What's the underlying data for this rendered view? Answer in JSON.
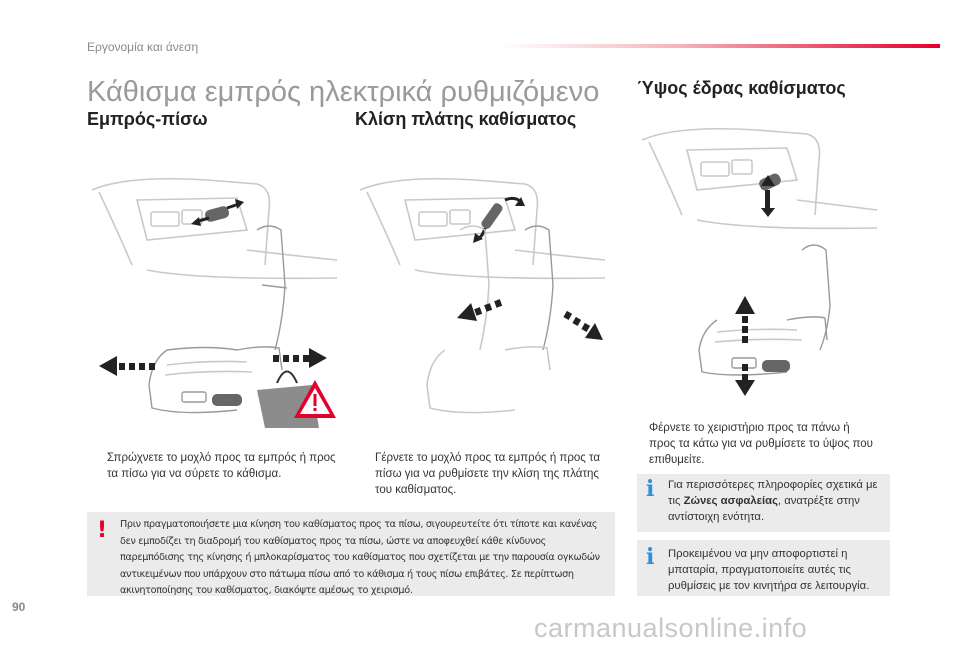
{
  "header": {
    "section_label": "Εργονομία και άνεση"
  },
  "main_title": "Κάθισμα εμπρός ηλεκτρικά ρυθμιζόμενο",
  "sections": {
    "fore_aft": {
      "title": "Εμπρός-πίσω",
      "instruction": "Σπρώχνετε το μοχλό προς τα εμπρός ή προς τα πίσω για να σύρετε το κάθισμα."
    },
    "recline": {
      "title": "Κλίση πλάτης καθίσματος",
      "instruction": "Γέρνετε το μοχλό προς τα εμπρός ή προς τα πίσω για να ρυθμίσετε την κλίση της πλάτης του καθίσματος."
    },
    "height": {
      "title": "Ύψος έδρας καθίσματος",
      "instruction": "Φέρνετε το χειριστήριο προς τα πάνω ή προς τα κάτω για να ρυθμίσετε το ύψος που επιθυμείτε."
    }
  },
  "bullet_glyph": "",
  "warning": {
    "mark": "!",
    "text": "Πριν πραγματοποιήσετε μια κίνηση του καθίσματος προς τα πίσω, σιγουρευτείτε ότι τίποτε και κανένας δεν εμποδίζει τη διαδρομή του καθίσματος προς τα πίσω, ώστε να αποφευχθεί κάθε κίνδυνος παρεμπόδισης της κίνησης ή μπλοκαρίσματος του καθίσματος που σχετίζεται με την παρουσία ογκωδών αντικειμένων που υπάρχουν στο πάτωμα πίσω από το κάθισμα ή τους πίσω επιβάτες. Σε περίπτωση ακινητοποίησης του καθίσματος, διακόψτε αμέσως το χειρισμό."
  },
  "info_boxes": [
    {
      "mark": "i",
      "text_before": "Για περισσότερες πληροφορίες σχετικά με τις ",
      "text_bold": "Ζώνες ασφαλείας",
      "text_after": ", ανατρέξτε στην αντίστοιχη ενότητα."
    },
    {
      "mark": "i",
      "text_before": "Προκειμένου να μην αποφορτιστεί η μπαταρία, πραγματοποιείτε αυτές τις ρυθμίσεις με τον κινητήρα σε λειτουργία.",
      "text_bold": "",
      "text_after": ""
    }
  ],
  "page_number": "90",
  "watermark": "carmanualsonline.info",
  "colors": {
    "accent_red": "#e3002b",
    "info_blue": "#2f8fd8",
    "box_gray": "#ebebeb"
  }
}
